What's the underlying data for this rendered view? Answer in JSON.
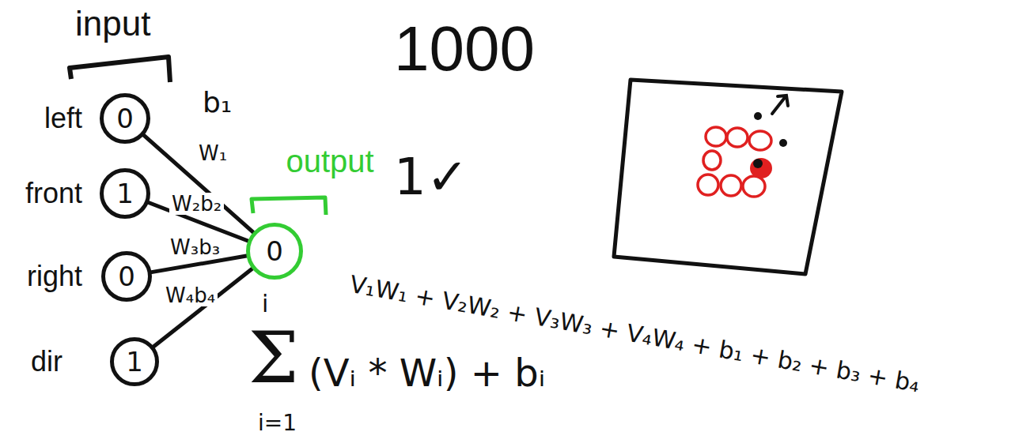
{
  "diagram": {
    "nodes": [
      {
        "text": [
          "left",
          "0"
        ]
      },
      {
        "text": [
          "front",
          "1"
        ]
      },
      {
        "text": [
          "right",
          "0"
        ]
      },
      {
        "text": [
          "dir",
          "1"
        ]
      },
      {
        "text": [
          "output",
          "0"
        ]
      }
    ],
    "edges": [
      {
        "from": 0,
        "to": 4,
        "arrow": "none",
        "label": "W₁"
      },
      {
        "from": 1,
        "to": 4,
        "arrow": "none",
        "label": "W₂b₂"
      },
      {
        "from": 2,
        "to": 4,
        "arrow": "none",
        "label": "W₃b₃"
      },
      {
        "from": 3,
        "to": 4,
        "arrow": "none",
        "label": "W₄b₄"
      }
    ],
    "labels": [
      "input",
      "1000",
      "1✓",
      "b₁",
      "i",
      "Σ",
      "i=1",
      "(Vᵢ * Wᵢ) + bᵢ",
      "V₁W₁ + V₂W₂ + V₃W₃ + V₄W₄ + b₁ + b₂ + b₃ + b₄"
    ]
  }
}
